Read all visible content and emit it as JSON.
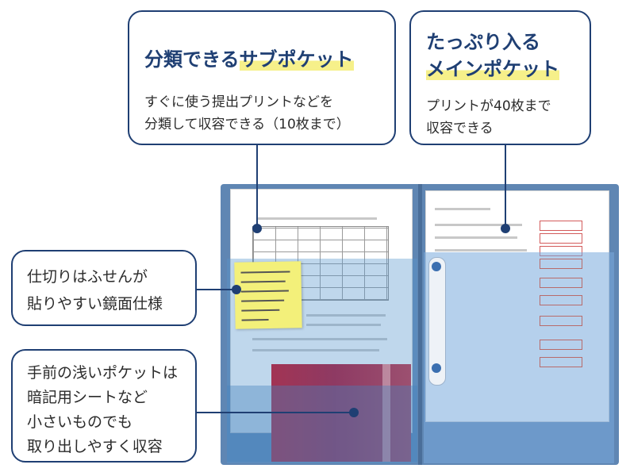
{
  "callouts": {
    "sub_pocket": {
      "title_plain": "分類できる",
      "title_highlight": "サブポケット",
      "desc_line1": "すぐに使う提出プリントなどを",
      "desc_line2": "分類して収容できる（10枚まで）"
    },
    "main_pocket": {
      "title_line1": "たっぷり入る",
      "title_line2": "メインポケット",
      "desc_line1": "プリントが40枚まで",
      "desc_line2": "収容できる"
    },
    "divider": {
      "line1": "仕切りはふせんが",
      "line2": "貼りやすい鏡面仕様"
    },
    "front_pocket": {
      "line1": "手前の浅いポケットは",
      "line2": "暗記用シートなど",
      "line3": "小さいものでも",
      "line4": "取り出しやすく収容"
    }
  },
  "colors": {
    "accent": "#1f3f73",
    "highlight": "#f6f08a",
    "folder": "#5f86b3",
    "red_sheet": "#9c3a5e",
    "sticky_note": "#f3f07a"
  }
}
